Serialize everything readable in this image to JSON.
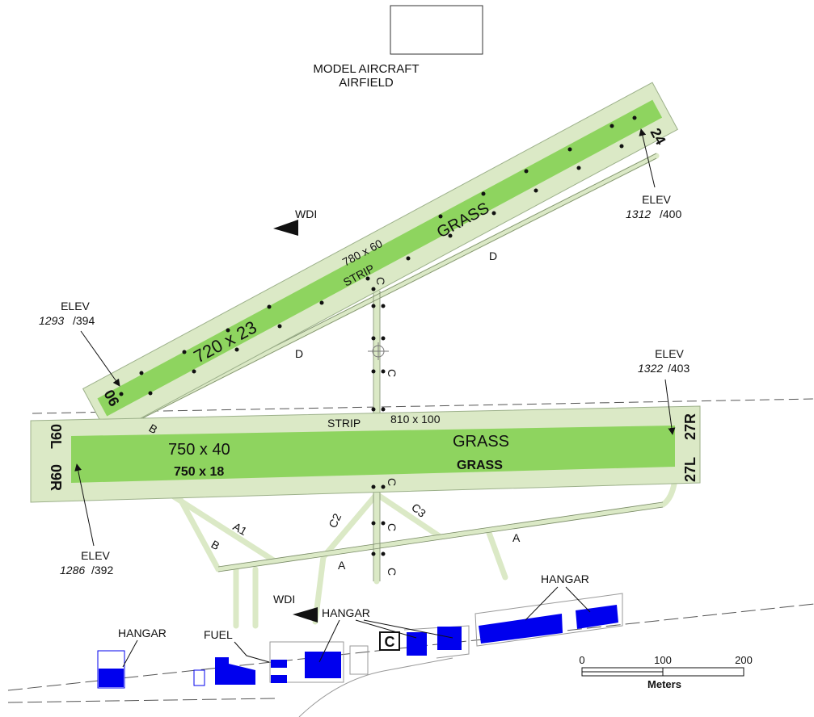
{
  "model_aircraft": {
    "line1": "MODEL AIRCRAFT",
    "line2": "AIRFIELD"
  },
  "runway_06_24": {
    "strip_label": "STRIP",
    "strip_dims": "780 x 60",
    "dims": "720 x 23",
    "surface": "GRASS",
    "end_06": "06",
    "end_24": "24"
  },
  "runway_09_27": {
    "strip_label": "STRIP",
    "strip_dims": "810 x 100",
    "left_dims": "750 x 40",
    "left_surface": "GRASS",
    "right_dims": "750 x 18",
    "right_surface": "GRASS",
    "end_09L": "09L",
    "end_09R": "09R",
    "end_27L": "27L",
    "end_27R": "27R"
  },
  "elevations": [
    {
      "label": "ELEV",
      "ft": "1293",
      "m": "/394"
    },
    {
      "label": "ELEV",
      "ft": "1312",
      "m": "/400"
    },
    {
      "label": "ELEV",
      "ft": "1322",
      "m": "/403"
    },
    {
      "label": "ELEV",
      "ft": "1286",
      "m": "/392"
    }
  ],
  "taxiways": {
    "A": "A",
    "A1": "A1",
    "B": "B",
    "C": "C",
    "C2": "C2",
    "C3": "C3",
    "D": "D"
  },
  "wdi": "WDI",
  "labels": {
    "hangar": "HANGAR",
    "fuel": "FUEL",
    "control": "C"
  },
  "scale": {
    "t0": "0",
    "t100": "100",
    "t200": "200",
    "unit": "Meters"
  },
  "colors": {
    "runway": "#8ed45f",
    "strip": "#dbe9c6",
    "building": "#0000ee",
    "taxiway": "#dbe9c6"
  }
}
